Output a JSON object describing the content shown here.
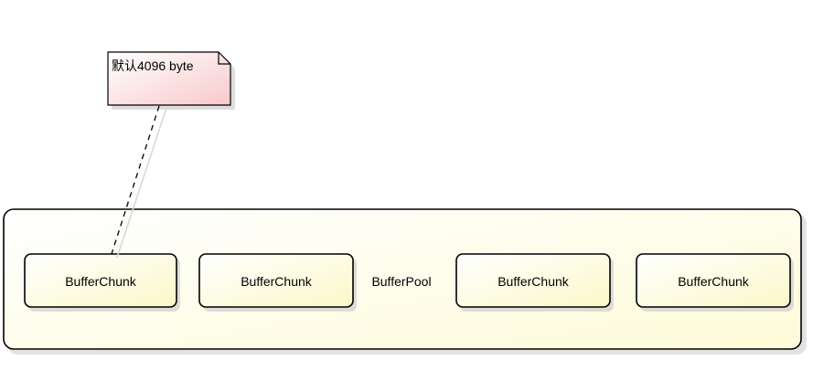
{
  "diagram": {
    "note": {
      "text": "默认4096 byte"
    },
    "pool": {
      "label": "BufferPool"
    },
    "chunks": [
      {
        "label": "BufferChunk"
      },
      {
        "label": "BufferChunk"
      },
      {
        "label": "BufferChunk"
      },
      {
        "label": "BufferChunk"
      }
    ],
    "colors": {
      "note_fill_start": "#FFFFFF",
      "note_fill_end": "#F8C9CB",
      "pool_fill_start": "#FFFFFF",
      "pool_fill_end": "#FDFBD8",
      "chunk_fill_start": "#FFFFFF",
      "chunk_fill_end": "#FBF8C9",
      "stroke": "#000000",
      "shadow": "#BEBEBE"
    }
  }
}
